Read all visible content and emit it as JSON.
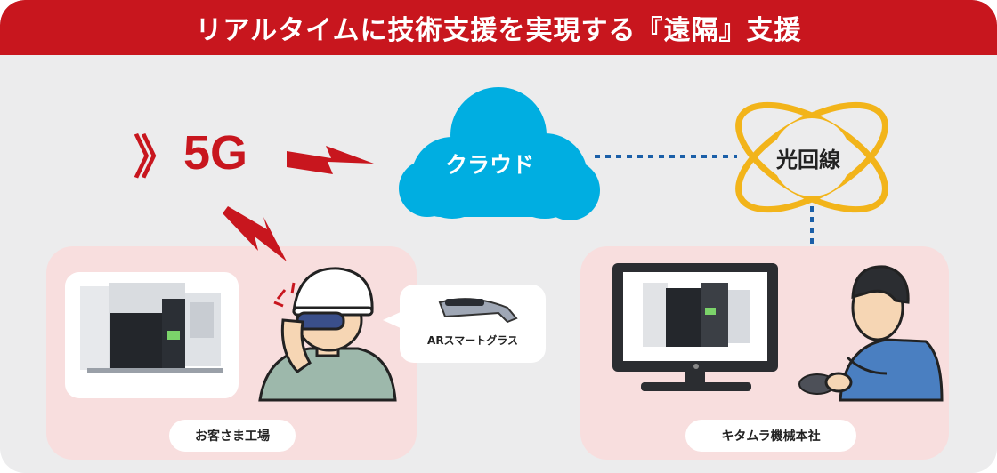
{
  "header": {
    "title": "リアルタイムに技術支援を実現する『遠隔』支援"
  },
  "network": {
    "five_g_chevron": "》",
    "five_g_label": "5G",
    "cloud_label": "クラウド",
    "fiber_label": "光回線"
  },
  "customer_site": {
    "device_label": "ARスマートグラス",
    "site_label": "お客さま工場"
  },
  "hq_site": {
    "site_label": "キタムラ機械本社"
  },
  "colors": {
    "brand_red": "#c8161e",
    "cloud_blue": "#00aee1",
    "fiber_yellow": "#f2b41a",
    "dotted_blue": "#1b5fa8",
    "panel_pink": "#f8dede",
    "background": "#ececed"
  }
}
